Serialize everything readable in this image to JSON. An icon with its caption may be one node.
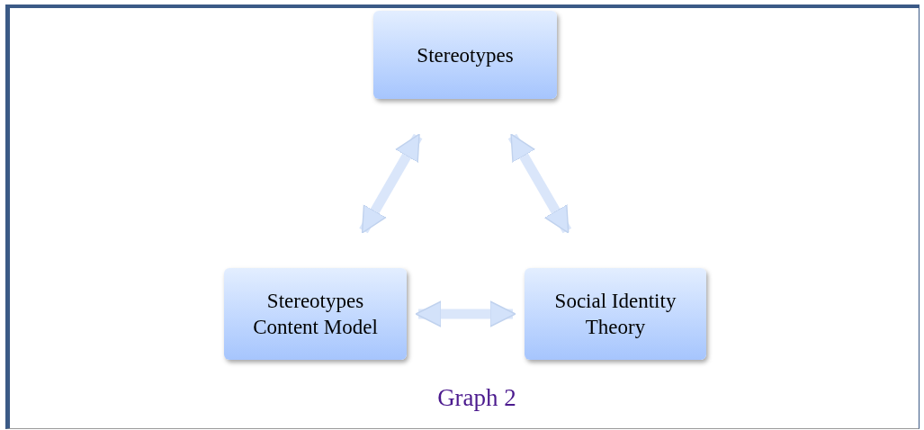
{
  "diagram": {
    "caption": "Graph 2",
    "nodes": [
      {
        "text": [
          "Stereotypes"
        ]
      },
      {
        "text": [
          "Stereotypes Content Model"
        ]
      },
      {
        "text": [
          "Social Identity Theory"
        ]
      }
    ],
    "edges": [
      {
        "from": 0,
        "to": 1,
        "arrow": "both"
      },
      {
        "from": 0,
        "to": 2,
        "arrow": "both"
      },
      {
        "from": 1,
        "to": 2,
        "arrow": "both"
      }
    ]
  }
}
